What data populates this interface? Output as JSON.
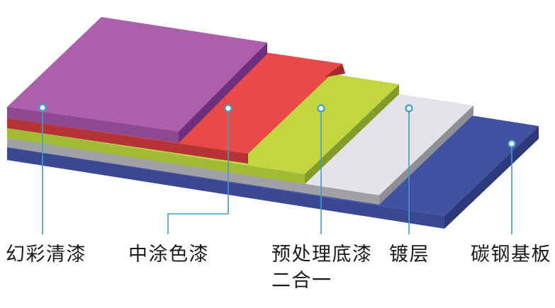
{
  "diagram": {
    "background_color": "#ffffff",
    "callout_color": "#3d9ec7",
    "callout_dot_fill": "#ffffff",
    "label_text_color": "#1a1a1a",
    "layers": [
      {
        "name": "clear-coat",
        "label": "幻彩清漆",
        "colors": {
          "top": "#ac5fac",
          "front": "#8e4991",
          "side": "#6d2f7e"
        }
      },
      {
        "name": "mid-coat-paint",
        "label": "中涂色漆",
        "colors": {
          "top": "#e74a47",
          "front": "#b53336",
          "side": "#a42a2c"
        }
      },
      {
        "name": "pretreatment-primer",
        "label": "预处理底漆",
        "label_line2": "二合一",
        "colors": {
          "top": "#c3d640",
          "front": "#a2bb35",
          "side": "#819c29"
        }
      },
      {
        "name": "plating",
        "label": "镀层",
        "colors": {
          "top": "#e4e4e8",
          "front": "#a0a1a5",
          "side": "#8f9094"
        }
      },
      {
        "name": "carbon-steel-substrate",
        "label": "碳钢基板",
        "colors": {
          "top": "#4052a1",
          "front": "#394890",
          "side": "#2c397b"
        }
      }
    ]
  }
}
